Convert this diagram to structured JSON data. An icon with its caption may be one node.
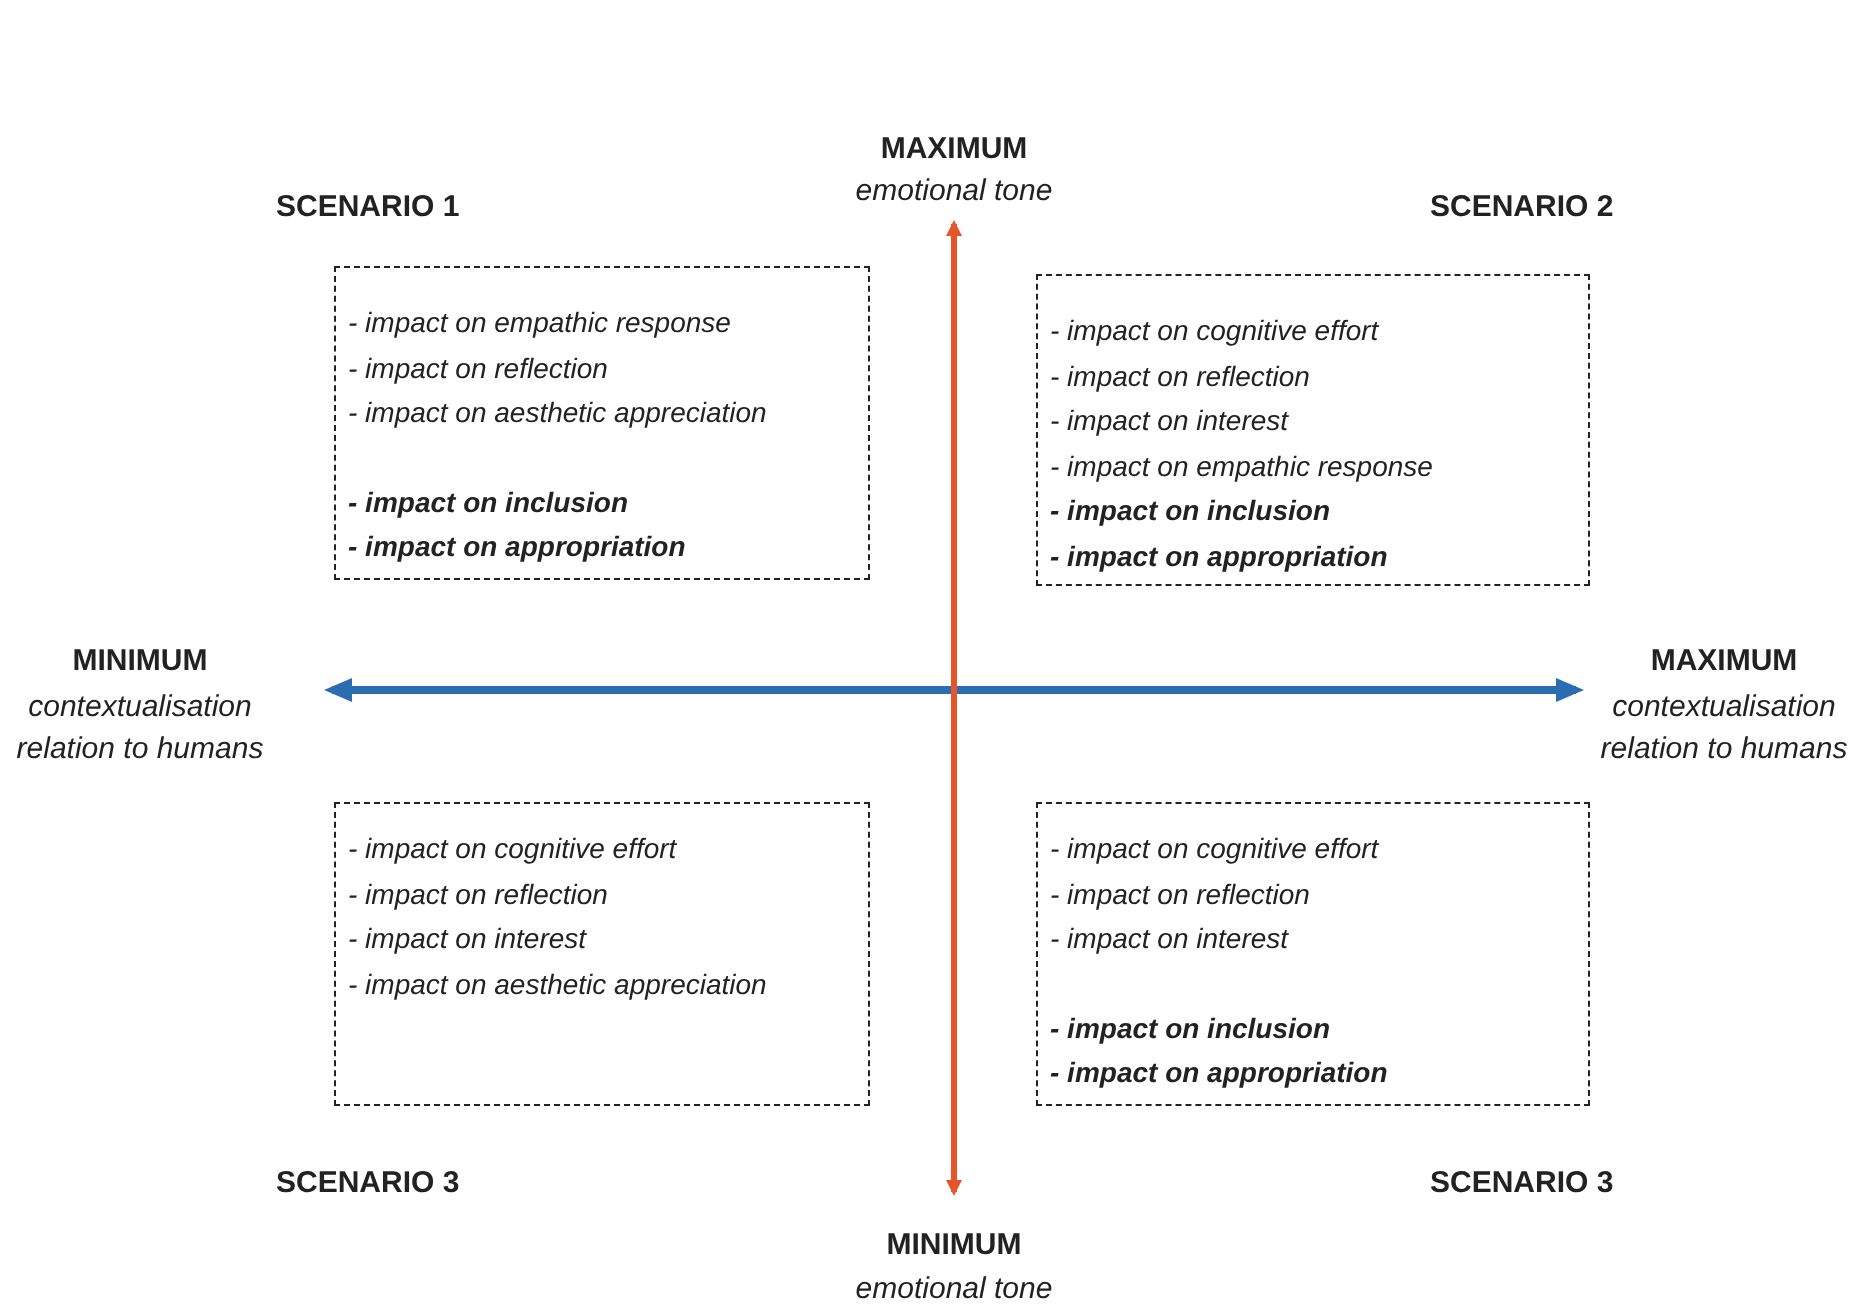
{
  "diagram": {
    "nodes": [
      {
        "text": [
          "SCENARIO 1",
          "- impact on empathic response",
          "- impact on reflection",
          "- impact on aesthetic appreciation",
          "**- impact on inclusion**",
          "**- impact on appropriation**"
        ]
      },
      {
        "text": [
          "SCENARIO 2",
          "- impact on cognitive effort",
          "- impact on reflection",
          "- impact on interest",
          "- impact on empathic response",
          "**- impact on inclusion**",
          "**- impact on appropriation**"
        ]
      },
      {
        "text": [
          "- impact on cognitive effort",
          "- impact on reflection",
          "- impact on interest",
          "- impact on aesthetic appreciation",
          "SCENARIO 3"
        ]
      },
      {
        "text": [
          "- impact on cognitive effort",
          "- impact on reflection",
          "- impact on interest",
          "**- impact on inclusion**",
          "**- impact on appropriation**",
          "SCENARIO 3"
        ]
      }
    ],
    "labels": [
      "MAXIMUM",
      "emotional tone",
      "MINIMUM",
      "contextualisation",
      "relation to humans",
      "MAXIMUM",
      "contextualisation",
      "relation to humans",
      "MINIMUM",
      "emotional tone"
    ]
  }
}
